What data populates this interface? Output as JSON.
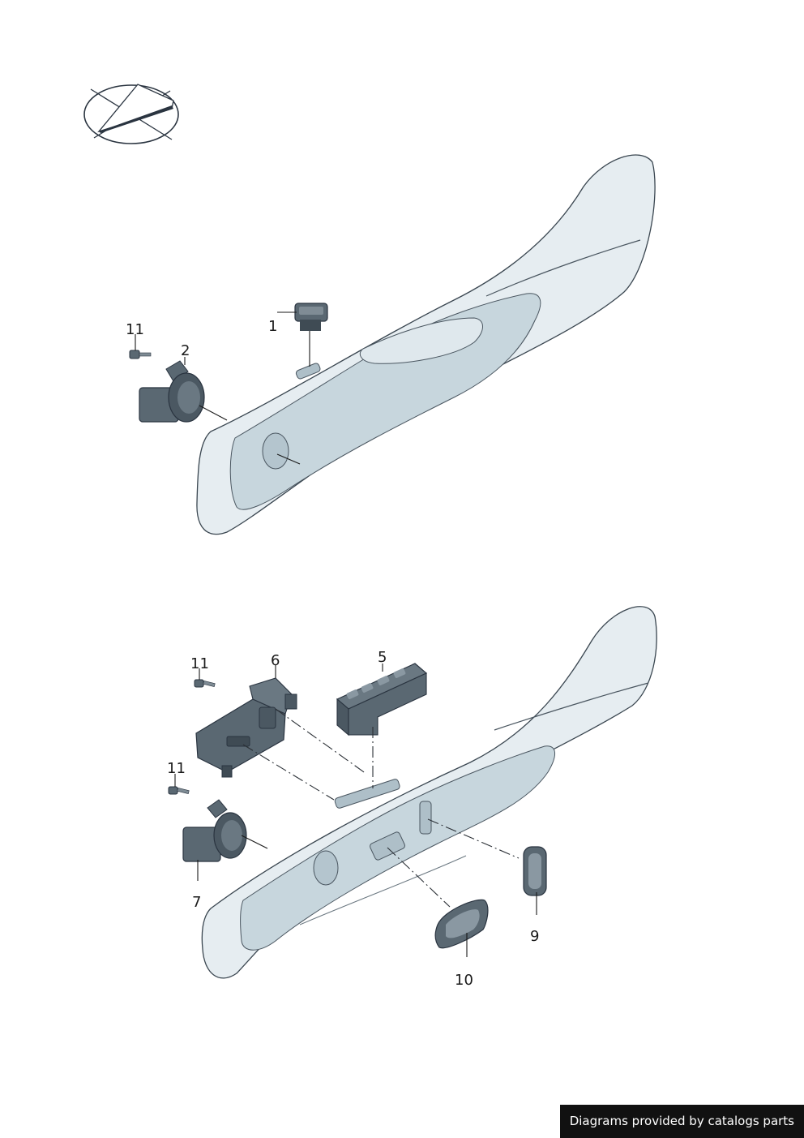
{
  "diagram": {
    "callouts": {
      "c1": "1",
      "c2": "2",
      "c5": "5",
      "c6": "6",
      "c7": "7",
      "c9": "9",
      "c10": "10",
      "c11_top": "11",
      "c11_mid": "11",
      "c11_low": "11"
    },
    "colors": {
      "panel_fill": "#e6edf1",
      "panel_inner": "#c7d6dd",
      "part_fill": "#5a6872",
      "part_dark": "#3f4b54",
      "line": "#3a4650",
      "credit_bg": "#111111"
    },
    "icons": [
      "orientation-compass-icon",
      "screw-icon",
      "connector-plug-icon"
    ]
  },
  "footer": {
    "credit": "Diagrams provided by catalogs parts"
  }
}
